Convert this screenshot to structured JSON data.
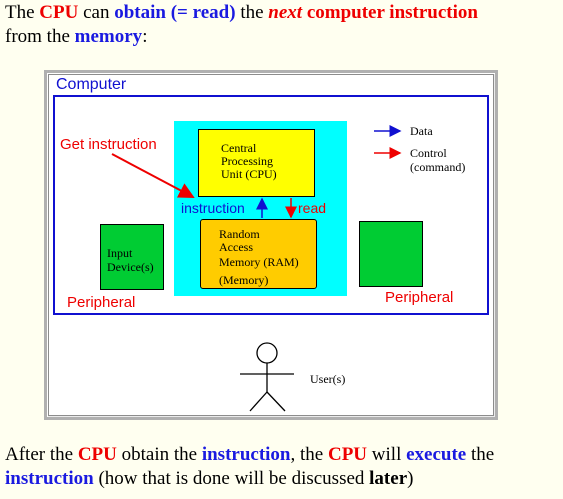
{
  "intro": {
    "w1": "The",
    "cpu": "CPU",
    "w2": "can",
    "obtain": "obtain",
    "paren": "(= read)",
    "w3": "the",
    "next": "next",
    "ci": "computer instruction",
    "w4": "from the",
    "memory": "memory",
    "colon": ":"
  },
  "diagram": {
    "computer_label": "Computer",
    "get_instruction": "Get instruction",
    "cpu_box": [
      "Central",
      "Processing",
      "Unit (CPU)"
    ],
    "ram_box": [
      "Random",
      "Access",
      "Memory (RAM)",
      "(Memory)"
    ],
    "input_box": [
      "Input",
      "Device(s)"
    ],
    "instruction_label": "instruction",
    "read_label": "read",
    "peripheral_left": "Peripheral",
    "peripheral_right": "Peripheral",
    "legend": {
      "data": "Data",
      "control_line1": "Control",
      "control_line2": "(command)",
      "data_color": "#1010d0",
      "control_color": "#ee0000"
    },
    "user_label": "User(s)"
  },
  "outro": {
    "w1": "After the",
    "cpu1": "CPU",
    "w2": "obtain the",
    "instruction1": "instruction",
    "w3": ", the",
    "cpu2": "CPU",
    "w4": "will",
    "execute": "execute",
    "w5": "the",
    "instruction2": "instruction",
    "w6": "(how that is done will be discussed",
    "later": "later",
    "w7": ")"
  }
}
